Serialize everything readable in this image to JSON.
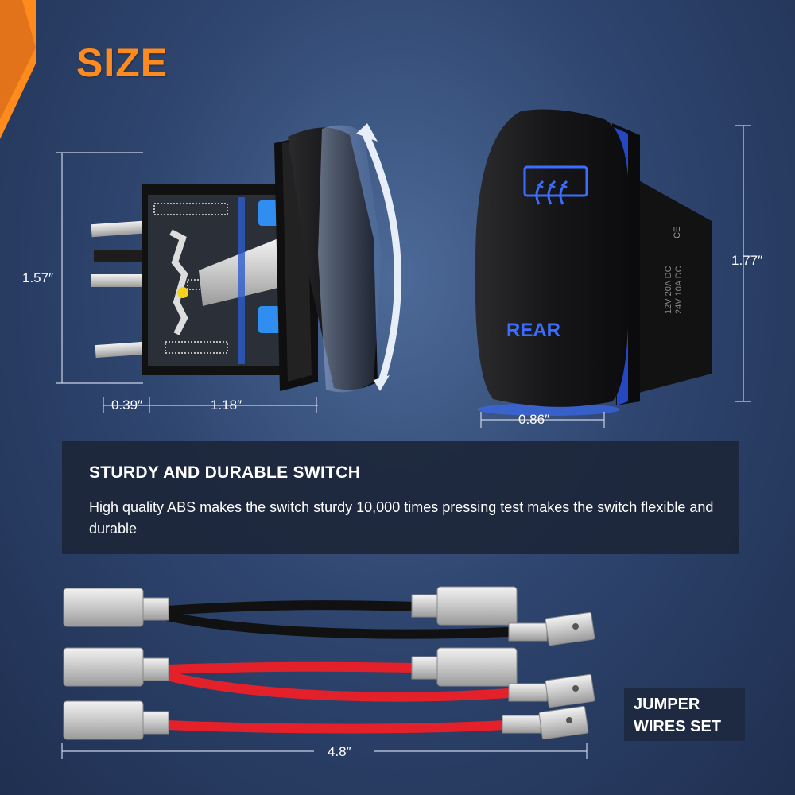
{
  "title": "SIZE",
  "switch_side": {
    "height_label": "1.57″",
    "depth_small_label": "0.39″",
    "depth_large_label": "1.18″"
  },
  "switch_front": {
    "button_text": "REAR",
    "height_label": "1.77″",
    "width_label": "0.86″",
    "rating_lines": [
      "12V  20A  DC",
      "24V  10A  DC"
    ],
    "icon": "rear-defrost-icon"
  },
  "feature": {
    "heading": "STURDY AND DURABLE SWITCH",
    "body": "High quality ABS makes the switch sturdy 10,000 times pressing test makes the switch flexible and durable"
  },
  "wires": {
    "length_label": "4.8″",
    "set_label_line1": "JUMPER",
    "set_label_line2": "WIRES SET"
  },
  "colors": {
    "accent": "#ff8a1e",
    "led_blue": "#3b6dff",
    "wire_black": "#111111",
    "wire_red": "#e4212b"
  }
}
